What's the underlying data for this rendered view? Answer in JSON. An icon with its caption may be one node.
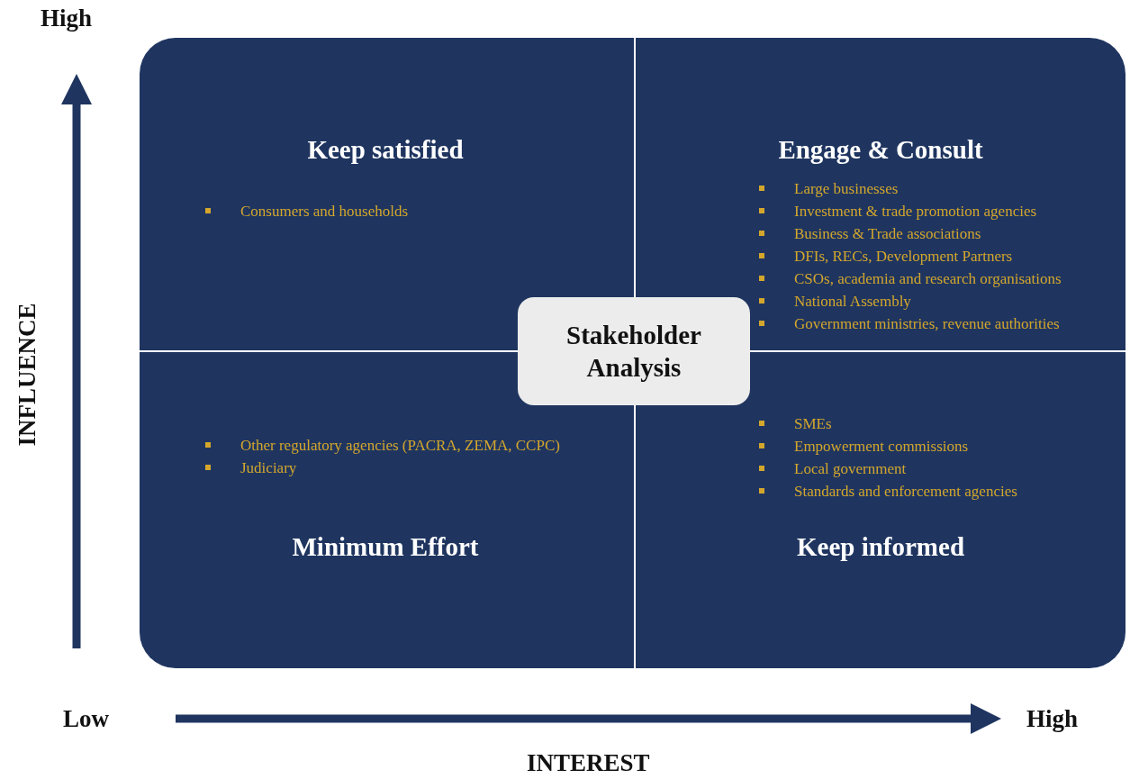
{
  "diagram": {
    "nodes": [
      {
        "text": [
          "Keep satisfied",
          "Consumers and households"
        ]
      },
      {
        "text": [
          "Engage & Consult",
          "Large businesses",
          "Investment & trade promotion agencies",
          "Business & Trade associations",
          "DFIs, RECs, Development Partners",
          "CSOs, academia and research organisations",
          "National Assembly",
          "Government ministries, revenue authorities"
        ]
      },
      {
        "text": [
          "Other regulatory agencies (PACRA, ZEMA, CCPC)",
          "Judiciary",
          "Minimum Effort"
        ]
      },
      {
        "text": [
          "SMEs",
          "Empowerment commissions",
          "Local government",
          "Standards and enforcement agencies",
          "Keep informed"
        ]
      },
      {
        "text": [
          "Stakeholder Analysis"
        ]
      }
    ],
    "edges": [],
    "labels": [
      "High",
      "INFLUENCE",
      "Low",
      "High",
      "INTEREST"
    ]
  }
}
